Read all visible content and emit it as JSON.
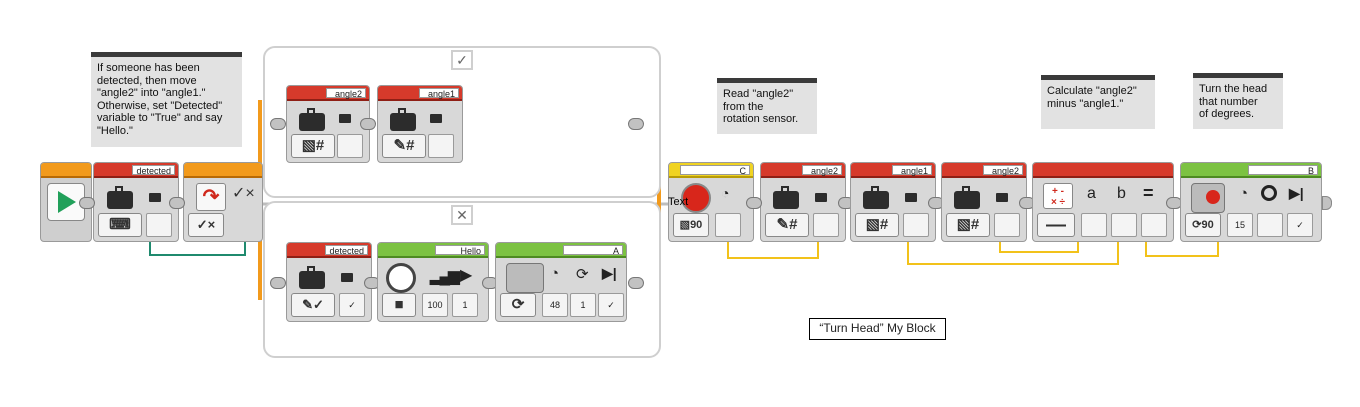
{
  "comments": {
    "detected_logic": "If someone has been\ndetected, then move\n\"angle2\" into \"angle1.\"\nOtherwise, set \"Detected\"\nvariable to \"True\" and say\n\"Hello.\"",
    "read_angle": "Read \"angle2\"\nfrom the\nrotation sensor.",
    "calculate": "Calculate \"angle2\"\nminus \"angle1.\"",
    "turn_head": "Turn the head\nthat number\nof degrees."
  },
  "switch": {
    "true_case_icon": "✓",
    "false_case_icon": "✕"
  },
  "variables": {
    "detected": "detected",
    "angle2": "angle2",
    "angle1": "angle1"
  },
  "sound_block": {
    "file": "Hello",
    "volume": "100",
    "play_type": "1"
  },
  "motor_a": {
    "port": "A",
    "power": "48",
    "rotations": "1"
  },
  "sensor_c": {
    "port": "C",
    "text_overlay": "Text"
  },
  "math": {
    "a": "a",
    "b": "b",
    "eq": "="
  },
  "motor_b": {
    "port": "B",
    "power": "15"
  },
  "my_block_label": "“Turn Head” My Block",
  "colors": {
    "flow_orange": "#f29a1c",
    "data_red": "#d63a2b",
    "action_green": "#7cc242",
    "sensor_yellow": "#f0d322",
    "wire_yellow": "#f2c21a",
    "wire_teal": "#1f8a6e"
  }
}
